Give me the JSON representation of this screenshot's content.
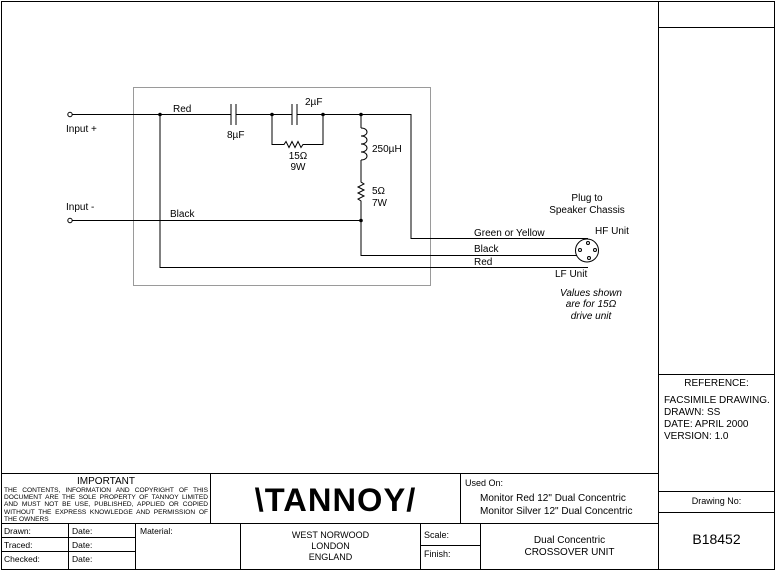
{
  "circuit": {
    "terminals": {
      "input_plus": "Input +",
      "input_minus": "Input -"
    },
    "wires": {
      "red_in": "Red",
      "black_in": "Black",
      "green_or_yellow": "Green or Yellow",
      "black_out": "Black",
      "red_out": "Red"
    },
    "components": {
      "cap1": "8µF",
      "cap2": "2µF",
      "res1_value": "15Ω",
      "res1_power": "9W",
      "inductor": "250µH",
      "res2_value": "5Ω",
      "res2_power": "7W"
    },
    "plug": {
      "title_line1": "Plug to",
      "title_line2": "Speaker Chassis",
      "hf_unit": "HF Unit",
      "lf_unit": "LF Unit"
    },
    "note": {
      "line1": "Values shown",
      "line2": "are for 15Ω",
      "line3": "drive unit"
    }
  },
  "reference": {
    "heading": "REFERENCE:",
    "line1": "FACSIMILE DRAWING.",
    "line2": "DRAWN: SS",
    "line3": "DATE: APRIL 2000",
    "line4": "VERSION: 1.0"
  },
  "title_block": {
    "important_heading": "IMPORTANT",
    "important_text": "THE CONTENTS, INFORMATION AND COPYRIGHT OF THIS DOCUMENT ARE THE SOLE PROPERTY OF TANNOY LIMITED AND MUST NOT BE USE, PUBLISHED, APPLIED OR COPIED WITHOUT THE EXPRESS KNOWLEDGE AND PERMISSION OF THE OWNERS",
    "drawn": "Drawn:",
    "traced": "Traced:",
    "checked": "Checked:",
    "date1": "Date:",
    "date2": "Date:",
    "date3": "Date:",
    "material": "Material:",
    "logo": "\\TANNOY/",
    "address_line1": "WEST  NORWOOD",
    "address_line2": "LONDON",
    "address_line3": "ENGLAND",
    "used_on_label": "Used On:",
    "used_on_line1": "Monitor Red 12\" Dual Concentric",
    "used_on_line2": "Monitor Silver 12\" Dual Concentric",
    "scale": "Scale:",
    "finish": "Finish:",
    "title_line1": "Dual Concentric",
    "title_line2": "CROSSOVER UNIT",
    "drawing_no_label": "Drawing No:",
    "drawing_no": "B18452"
  }
}
